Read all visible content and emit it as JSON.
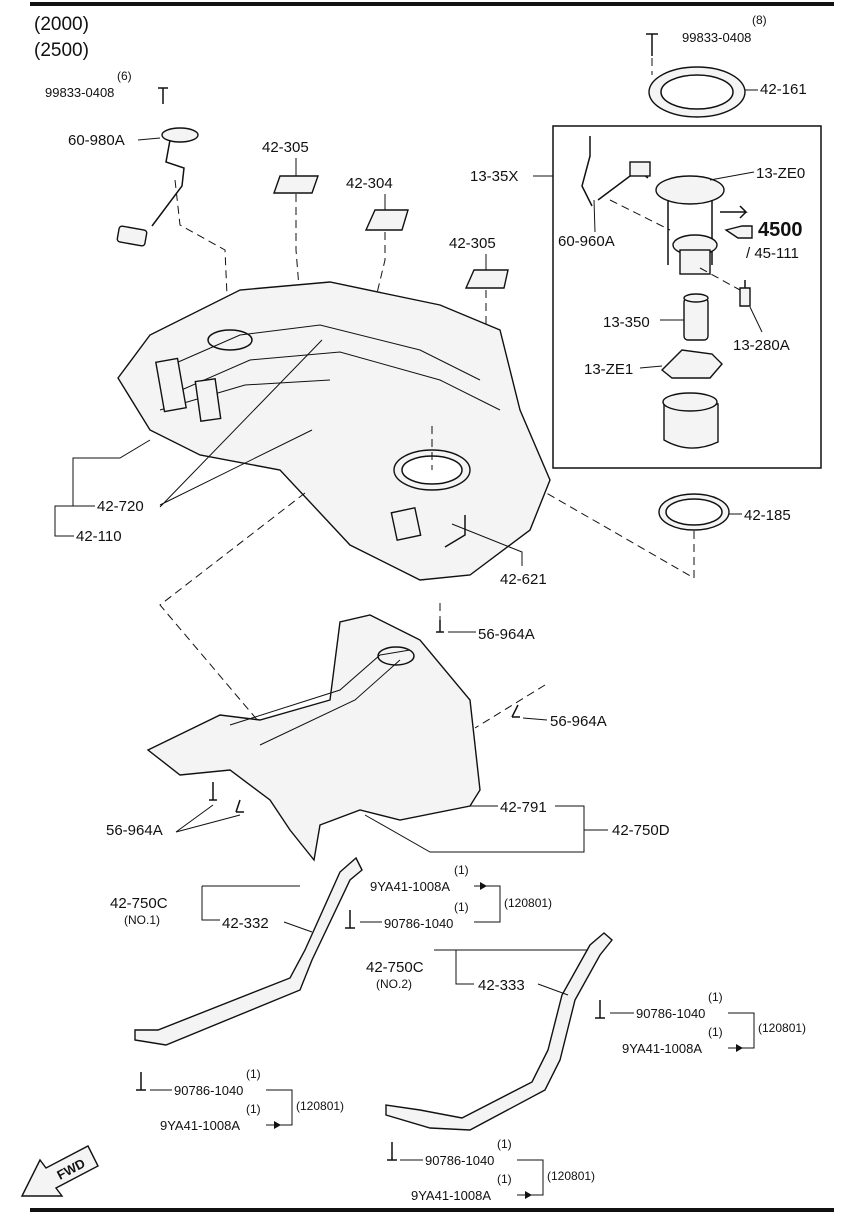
{
  "header": {
    "model_years": [
      "(2000)",
      "(2500)"
    ]
  },
  "fwd_label": "FWD",
  "labels": {
    "screw_60980a_qty": "(6)",
    "screw_60980a_part": "99833-0408",
    "sender_unit": "60-980A",
    "pad_left": "42-305",
    "pad_mid": "42-304",
    "pad_right": "42-305",
    "screw_top_qty": "(8)",
    "screw_top_part": "99833-0408",
    "retainer_plate": "42-161",
    "pump_assembly": "13-35X",
    "pump_cover": "13-ZE0",
    "pump_ref_big": "4500",
    "pump_ref_sub": "/ 45-111",
    "pump_sender": "60-960A",
    "pump_motor": "13-350",
    "regulator": "13-280A",
    "pump_bracket": "13-ZE1",
    "gasket": "42-185",
    "tank_band": "42-720",
    "tank": "42-110",
    "vent_valve": "42-621",
    "bolt_upper": "56-964A",
    "bolt_right": "56-964A",
    "bolt_left": "56-964A",
    "insulator": "42-791",
    "insulator_assy": "42-750D",
    "strap_left_assy": "42-750C",
    "strap_left_no": "(NO.1)",
    "strap_left": "42-332",
    "strap_left_qty1": "(1)",
    "strap_left_part1": "9YA41-1008A",
    "strap_left_qty2": "(1)",
    "strap_left_part2": "90786-1040",
    "strap_left_date": "(120801)",
    "strap_right_assy": "42-750C",
    "strap_right_no": "(NO.2)",
    "strap_right": "42-333",
    "strap_right_qty1": "(1)",
    "strap_right_part1": "90786-1040",
    "strap_right_qty2": "(1)",
    "strap_right_part2": "9YA41-1008A",
    "strap_right_date": "(120801)",
    "bolt_ll_qty1": "(1)",
    "bolt_ll_part1": "90786-1040",
    "bolt_ll_qty2": "(1)",
    "bolt_ll_part2": "9YA41-1008A",
    "bolt_ll_date": "(120801)",
    "bolt_lr_qty1": "(1)",
    "bolt_lr_part1": "90786-1040",
    "bolt_lr_qty2": "(1)",
    "bolt_lr_part2": "9YA41-1008A",
    "bolt_lr_date": "(120801)"
  }
}
